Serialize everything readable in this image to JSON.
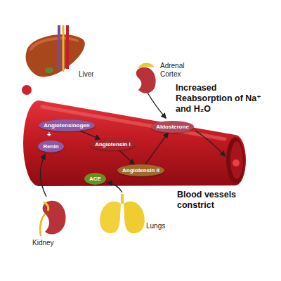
{
  "diagram": {
    "nodes": [
      {
        "text": [
          "Angiotensinogen"
        ]
      },
      {
        "text": [
          "Renin"
        ]
      },
      {
        "text": [
          "Angiotensin I"
        ]
      },
      {
        "text": [
          "ACE"
        ]
      },
      {
        "text": [
          "Angiotensin II"
        ]
      },
      {
        "text": [
          "Aldosterone"
        ]
      }
    ],
    "edges": [
      {
        "from": 0,
        "to": 2,
        "arrow": "to"
      },
      {
        "from": 2,
        "to": 4,
        "arrow": "to"
      },
      {
        "from": 4,
        "to": 5,
        "arrow": "to"
      }
    ],
    "labels": [
      "Liver",
      "Adrenal Cortex",
      "Increased Reabsorption of Na⁺ and H₂O",
      "+",
      "Blood vessels constrict",
      "Kidney",
      "Lungs"
    ]
  }
}
